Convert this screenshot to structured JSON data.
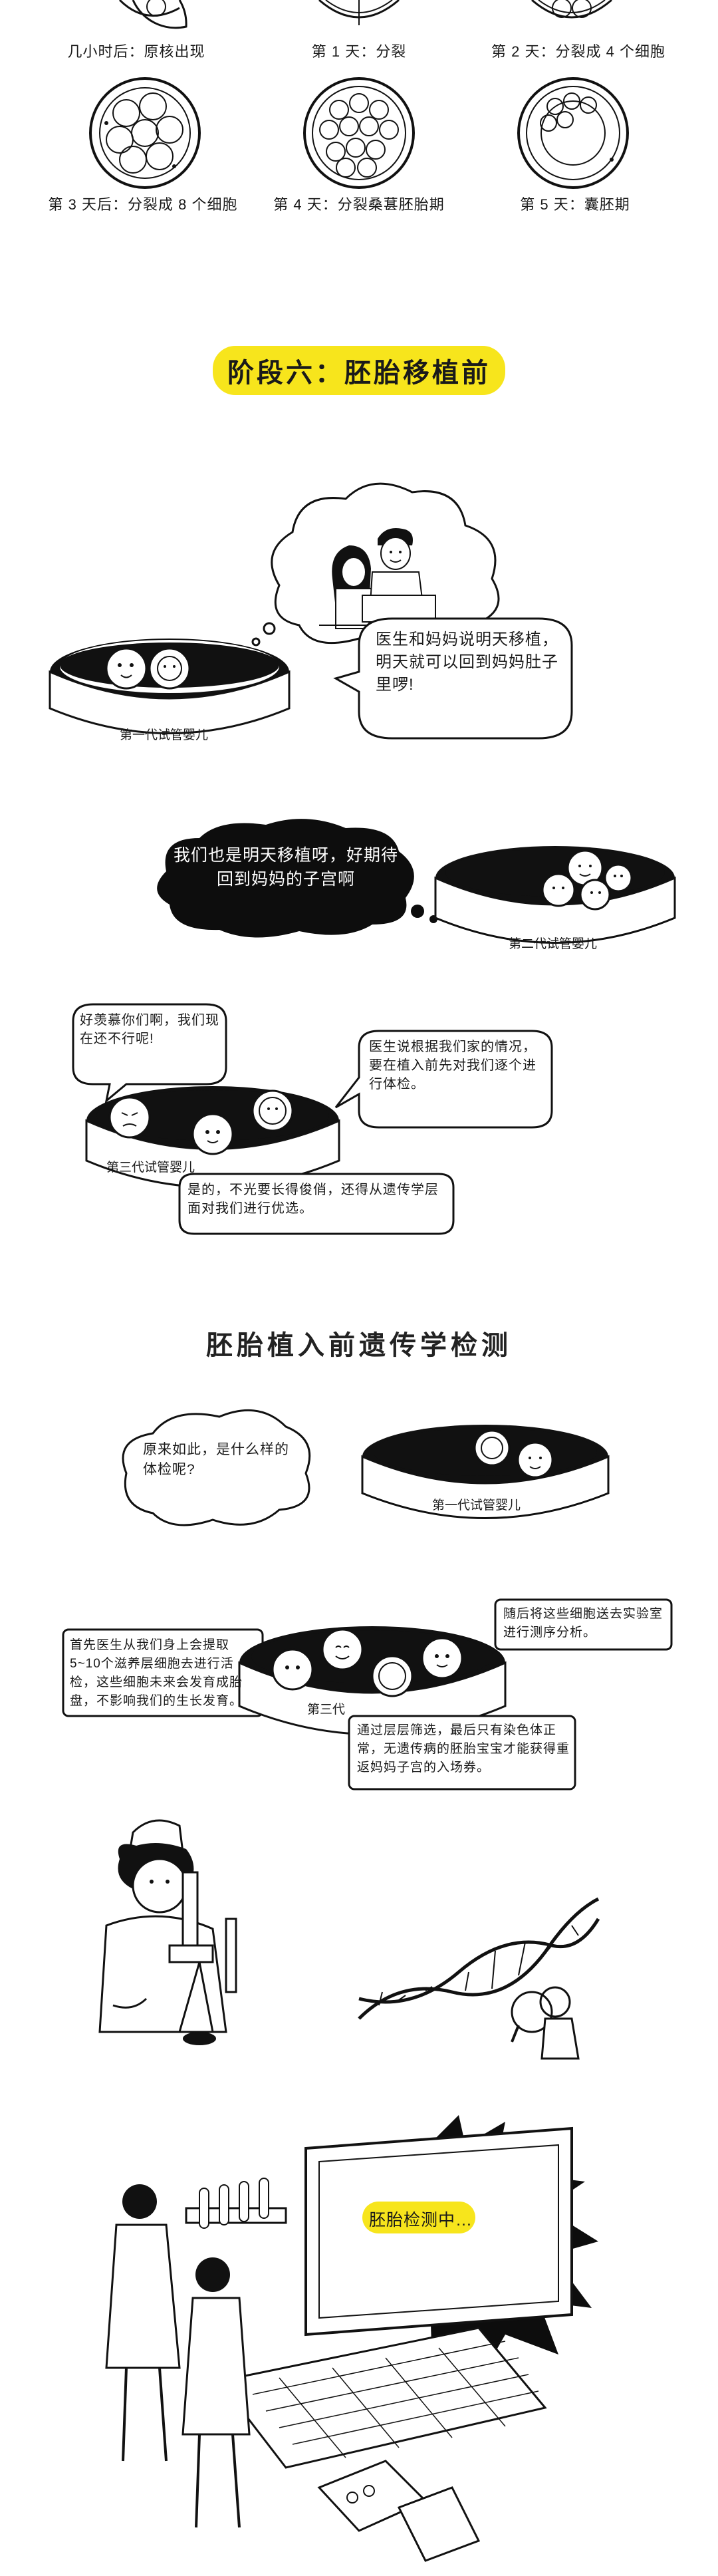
{
  "stages_top": [
    {
      "caption": "几小时后：原核出现"
    },
    {
      "caption": "第 1 天：分裂"
    },
    {
      "caption": "第 2 天：分裂成 4 个细胞"
    },
    {
      "caption": "第 3 天后：分裂成 8 个细胞"
    },
    {
      "caption": "第 4 天：分裂桑葚胚胎期"
    },
    {
      "caption": "第 5 天：囊胚期"
    }
  ],
  "stage_six_banner": "阶段六：胚胎移植前",
  "panel1": {
    "dish_label": "第一代试管婴儿",
    "speech": "医生和妈妈说明天移植，明天就可以回到妈妈肚子里啰!"
  },
  "panel2": {
    "speech": "我们也是明天移植呀，好期待回到妈妈的子宫啊",
    "dish_label": "第二代试管婴儿"
  },
  "panel3": {
    "speech_left": "好羡慕你们啊，我们现在还不行呢!",
    "speech_right": "医生说根据我们家的情况，要在植入前先对我们逐个进行体检。",
    "dish_label": "第三代试管婴儿",
    "speech_bottom": "是的，不光要长得俊俏，还得从遗传学层面对我们进行优选。"
  },
  "section_title": "胚胎植入前遗传学检测",
  "panel4": {
    "speech": "原来如此，是什么样的体检呢?",
    "dish_label": "第一代试管婴儿"
  },
  "panel5": {
    "speech_left": "首先医生从我们身上会提取5~10个滋养层细胞去进行活检，这些细胞未来会发育成胎盘，不影响我们的生长发育。",
    "dish_label": "第三代",
    "speech_right_top": "随后将这些细胞送去实验室进行测序分析。",
    "speech_right_bottom": "通过层层筛选，最后只有染色体正常，无遗传病的胚胎宝宝才能获得重返妈妈子宫的入场券。"
  },
  "computer_screen": "胚胎检测中…",
  "colors": {
    "banner": "#f7e51c",
    "speech_highlight": "#f7e51c",
    "ink": "#1a1a1a"
  }
}
